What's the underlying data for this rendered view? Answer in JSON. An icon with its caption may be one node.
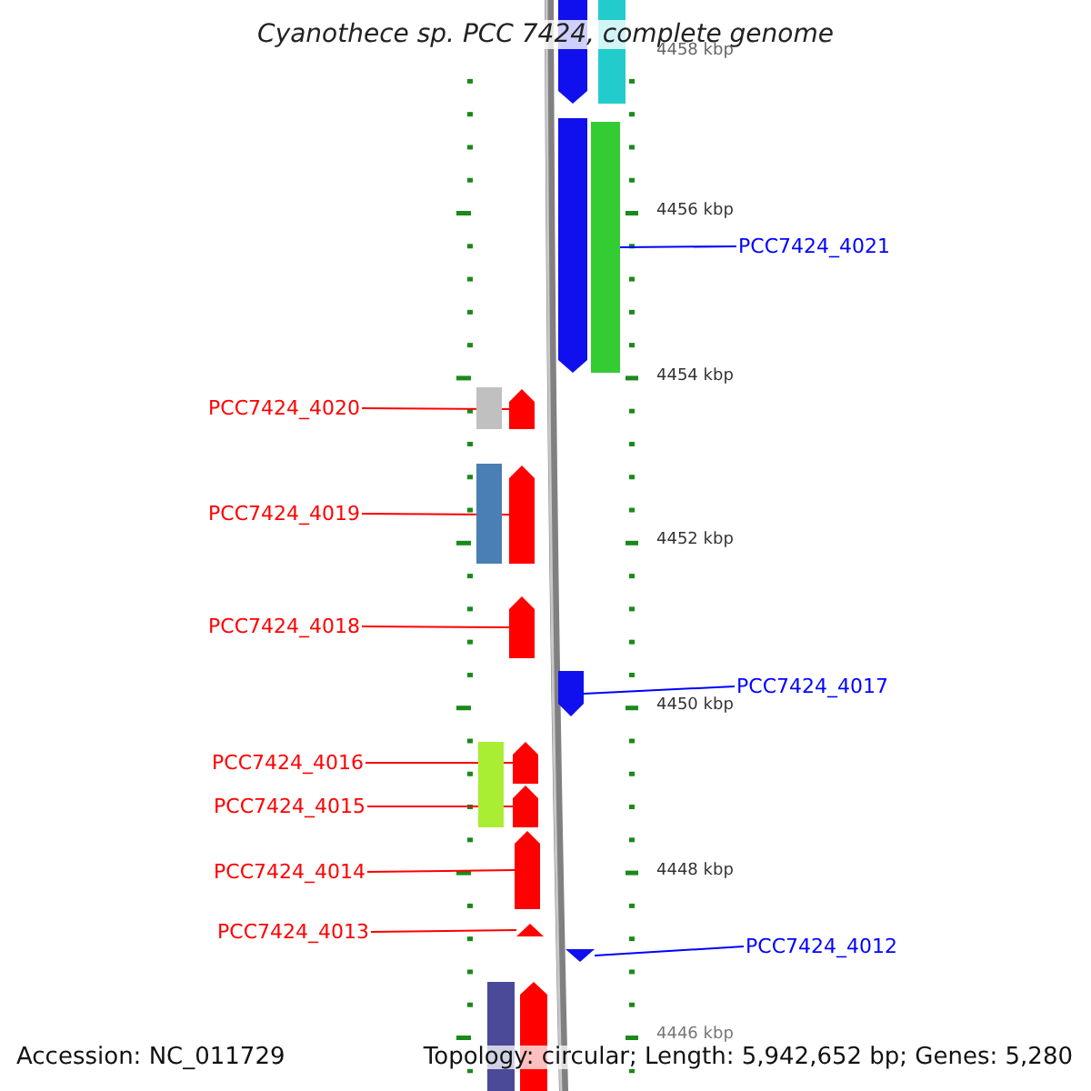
{
  "diagram": {
    "title": "Cyanothece sp. PCC 7424, complete genome",
    "nodes": [
      {
        "text": [
          "PCC7424_4021"
        ]
      },
      {
        "text": [
          "PCC7424_4020"
        ]
      },
      {
        "text": [
          "PCC7424_4019"
        ]
      },
      {
        "text": [
          "PCC7424_4018"
        ]
      },
      {
        "text": [
          "PCC7424_4017"
        ]
      },
      {
        "text": [
          "PCC7424_4016"
        ]
      },
      {
        "text": [
          "PCC7424_4015"
        ]
      },
      {
        "text": [
          "PCC7424_4014"
        ]
      },
      {
        "text": [
          "PCC7424_4013"
        ]
      },
      {
        "text": [
          "PCC7424_4012"
        ]
      },
      {
        "text": [],
        "shape": "bar"
      },
      {
        "text": [],
        "shape": "arrow"
      },
      {
        "text": [],
        "shape": "arrow"
      },
      {
        "text": [],
        "shape": "arrow"
      },
      {
        "text": [],
        "shape": "arrow"
      },
      {
        "text": [],
        "shape": "arrow"
      },
      {
        "text": [],
        "shape": "arrow"
      },
      {
        "text": [],
        "shape": "arrow"
      },
      {
        "text": [],
        "shape": "arrow"
      },
      {
        "text": [],
        "shape": "arrow"
      },
      {
        "text": [],
        "shape": "arrow"
      },
      {
        "text": [],
        "shape": "bar"
      },
      {
        "text": [],
        "shape": "arrow"
      },
      {
        "text": [],
        "shape": "bar"
      },
      {
        "text": [],
        "shape": "bar"
      },
      {
        "text": [],
        "shape": "bar"
      },
      {
        "text": [],
        "shape": "bar"
      },
      {
        "text": [],
        "shape": "arrow"
      }
    ],
    "edges": [
      {
        "from": 0,
        "to": 10,
        "arrow": "none",
        "color": "#0000ff"
      },
      {
        "from": 1,
        "to": 11,
        "arrow": "none"
      },
      {
        "from": 2,
        "to": 12,
        "arrow": "none"
      },
      {
        "from": 3,
        "to": 13,
        "arrow": "none"
      },
      {
        "from": 4,
        "to": 14,
        "arrow": "none",
        "color": "#0000ff"
      },
      {
        "from": 5,
        "to": 15,
        "arrow": "none"
      },
      {
        "from": 6,
        "to": 16,
        "arrow": "none"
      },
      {
        "from": 7,
        "to": 17,
        "arrow": "none"
      },
      {
        "from": 8,
        "to": 18,
        "arrow": "none"
      },
      {
        "from": 9,
        "to": 19,
        "arrow": "none",
        "color": "#0000ff"
      }
    ],
    "labels": [
      "4458 kbp",
      "4456 kbp",
      "4454 kbp",
      "4452 kbp",
      "4450 kbp",
      "4448 kbp",
      "4446 kbp",
      "Accession: NC_011729",
      "Topology: circular; Length: 5,942,652 bp; Genes: 5,280"
    ]
  }
}
